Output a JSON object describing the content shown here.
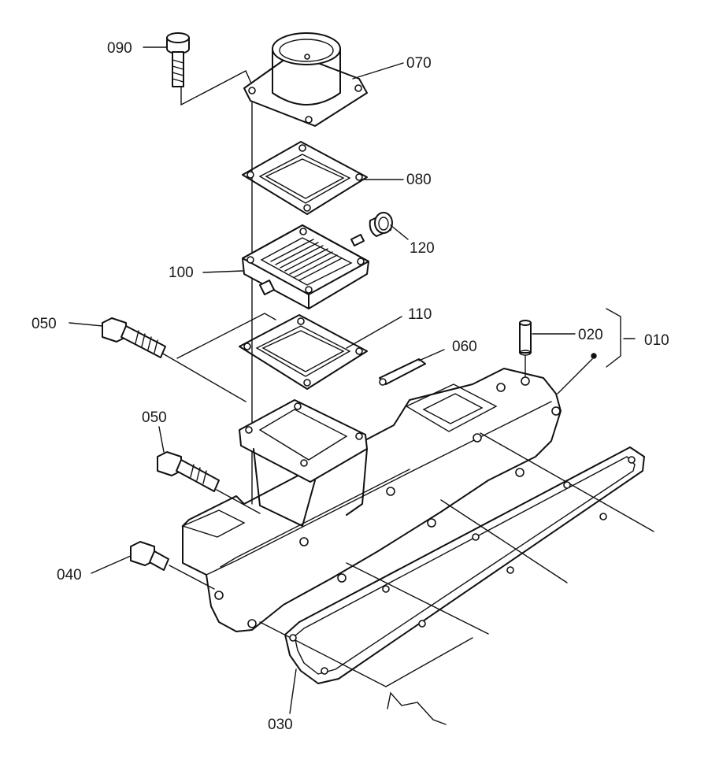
{
  "labels": {
    "p010": "010",
    "p020": "020",
    "p030": "030",
    "p040": "040",
    "p050a": "050",
    "p050b": "050",
    "p060": "060",
    "p070": "070",
    "p080": "080",
    "p090": "090",
    "p100": "100",
    "p110": "110",
    "p120": "120"
  }
}
